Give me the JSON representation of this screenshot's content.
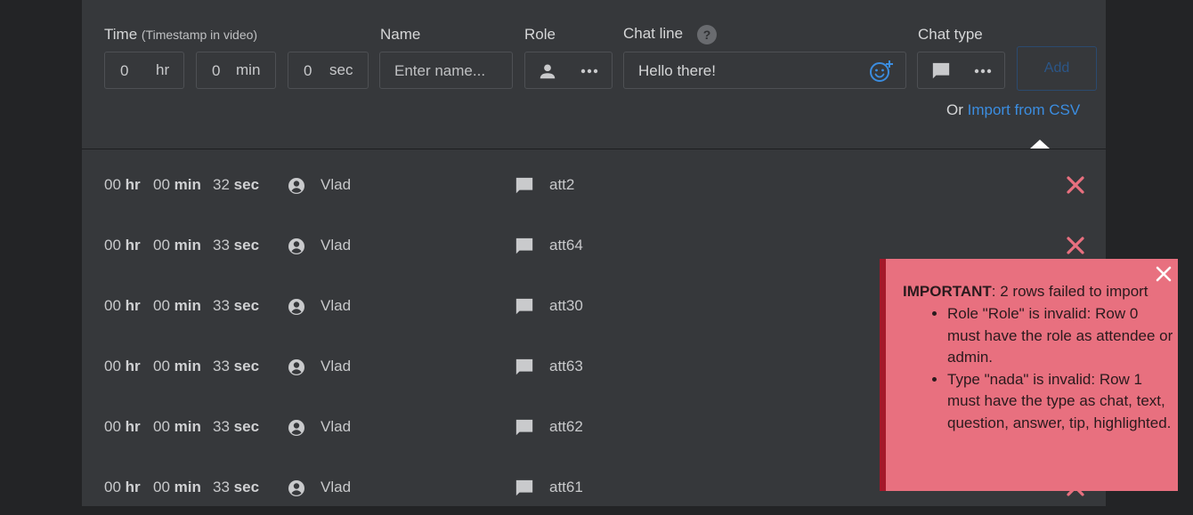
{
  "form": {
    "time_label": "Time",
    "time_sublabel": "(Timestamp in video)",
    "hr_value": "0",
    "hr_unit": "hr",
    "min_value": "0",
    "min_unit": "min",
    "sec_value": "0",
    "sec_unit": "sec",
    "name_label": "Name",
    "name_placeholder": "Enter name...",
    "role_label": "Role",
    "chat_line_label": "Chat line",
    "chat_line_value": "Hello there!",
    "chat_type_label": "Chat type",
    "add_label": "Add",
    "import_prefix": "Or",
    "import_link": "Import from CSV"
  },
  "rows": [
    {
      "hr": "00",
      "hr_unit": "hr",
      "min": "00",
      "min_unit": "min",
      "sec": "32",
      "sec_unit": "sec",
      "name": "Vlad",
      "message": "att2"
    },
    {
      "hr": "00",
      "hr_unit": "hr",
      "min": "00",
      "min_unit": "min",
      "sec": "33",
      "sec_unit": "sec",
      "name": "Vlad",
      "message": "att64"
    },
    {
      "hr": "00",
      "hr_unit": "hr",
      "min": "00",
      "min_unit": "min",
      "sec": "33",
      "sec_unit": "sec",
      "name": "Vlad",
      "message": "att30"
    },
    {
      "hr": "00",
      "hr_unit": "hr",
      "min": "00",
      "min_unit": "min",
      "sec": "33",
      "sec_unit": "sec",
      "name": "Vlad",
      "message": "att63"
    },
    {
      "hr": "00",
      "hr_unit": "hr",
      "min": "00",
      "min_unit": "min",
      "sec": "33",
      "sec_unit": "sec",
      "name": "Vlad",
      "message": "att62"
    },
    {
      "hr": "00",
      "hr_unit": "hr",
      "min": "00",
      "min_unit": "min",
      "sec": "33",
      "sec_unit": "sec",
      "name": "Vlad",
      "message": "att61"
    }
  ],
  "toast": {
    "heading_bold": "IMPORTANT",
    "heading_rest": ": 2 rows failed to import",
    "errors": [
      "Role \"Role\" is invalid: Row 0 must have the role as attendee or admin.",
      "Type \"nada\" is invalid: Row 1 must have the type as chat, text, question, answer, tip, highlighted."
    ]
  },
  "icons": {
    "help": "question-circle-icon",
    "role": "person-icon",
    "more": "more-horizontal-icon",
    "emoji": "emoji-add-icon",
    "chat": "chat-bubble-icon",
    "row_person": "account-circle-icon",
    "delete": "close-x-icon",
    "toast_close": "close-icon"
  },
  "colors": {
    "accent": "#3b8de0",
    "delete": "#e8707f",
    "toast_bg": "#e8707f",
    "toast_border": "#a5182a",
    "panel": "#36383b",
    "background": "#232426"
  }
}
